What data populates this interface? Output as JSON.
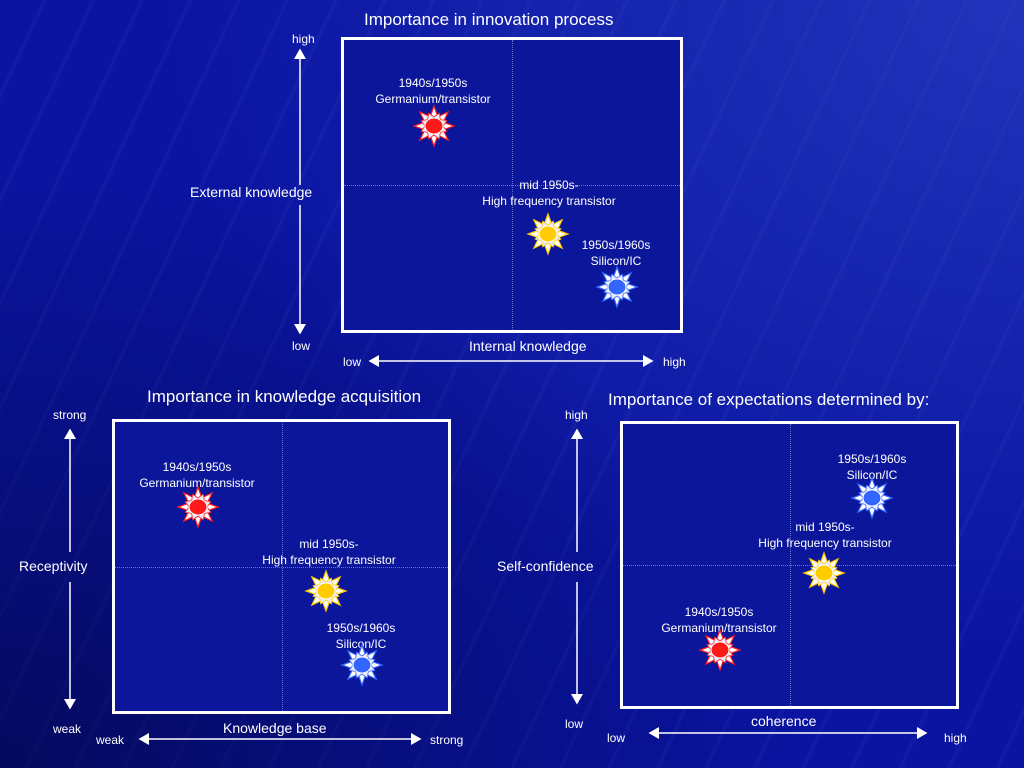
{
  "colors": {
    "accent_red": "#ff1a1a",
    "accent_yellow": "#ffcc00",
    "accent_blue": "#3366ff",
    "frame": "#ffffff"
  },
  "panels": [
    {
      "title": "Importance in innovation process",
      "y_axis": {
        "title": "External knowledge",
        "high": "high",
        "low": "low"
      },
      "x_axis": {
        "title": "Internal knowledge",
        "low": "low",
        "high": "high"
      },
      "points": [
        {
          "line1": "1940s/1950s",
          "line2": "Germanium/transistor",
          "color": "red",
          "x": 0.27,
          "y": 0.7
        },
        {
          "line1": "mid 1950s-",
          "line2": "High frequency transistor",
          "color": "yellow",
          "x": 0.6,
          "y": 0.33
        },
        {
          "line1": "1950s/1960s",
          "line2": "Silicon/IC",
          "color": "blue",
          "x": 0.81,
          "y": 0.15
        }
      ]
    },
    {
      "title": "Importance in knowledge acquisition",
      "y_axis": {
        "title": "Receptivity",
        "high": "strong",
        "low": "weak"
      },
      "x_axis": {
        "title": "Knowledge base",
        "low": "weak",
        "high": "strong"
      },
      "points": [
        {
          "line1": "1940s/1950s",
          "line2": "Germanium/transistor",
          "color": "red",
          "x": 0.25,
          "y": 0.67
        },
        {
          "line1": "mid 1950s-",
          "line2": "High frequency transistor",
          "color": "yellow",
          "x": 0.63,
          "y": 0.38
        },
        {
          "line1": "1950s/1960s",
          "line2": "Silicon/IC",
          "color": "blue",
          "x": 0.74,
          "y": 0.14
        }
      ]
    },
    {
      "title": "Importance of expectations determined by:",
      "y_axis": {
        "title": "Self-confidence",
        "high": "high",
        "low": "low"
      },
      "x_axis": {
        "title": "coherence",
        "low": "low",
        "high": "high"
      },
      "points": [
        {
          "line1": "1940s/1950s",
          "line2": "Germanium/transistor",
          "color": "red",
          "x": 0.26,
          "y": 0.2
        },
        {
          "line1": "mid 1950s-",
          "line2": "High frequency transistor",
          "color": "yellow",
          "x": 0.6,
          "y": 0.45
        },
        {
          "line1": "1950s/1960s",
          "line2": "Silicon/IC",
          "color": "blue",
          "x": 0.74,
          "y": 0.78
        }
      ]
    }
  ]
}
